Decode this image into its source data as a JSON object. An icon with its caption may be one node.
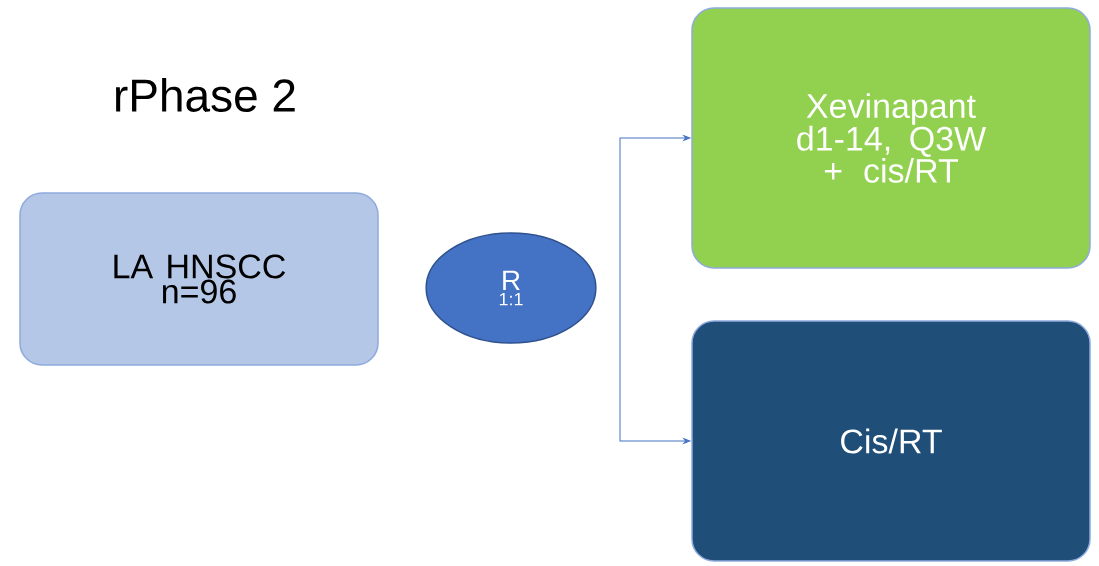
{
  "diagram": {
    "title": "rPhase 2",
    "nodes": [
      {
        "text": [
          "LA HNSCC n=96"
        ]
      },
      {
        "text": [
          "R",
          "1:1"
        ]
      },
      {
        "text": [
          "Xevinapant d1-14, Q3W + cis/RT"
        ]
      },
      {
        "text": [
          "Cis/RT"
        ]
      }
    ],
    "edges": [
      {
        "from": null,
        "to": 2,
        "arrow": "to"
      },
      {
        "from": null,
        "to": 3,
        "arrow": "to"
      }
    ]
  }
}
